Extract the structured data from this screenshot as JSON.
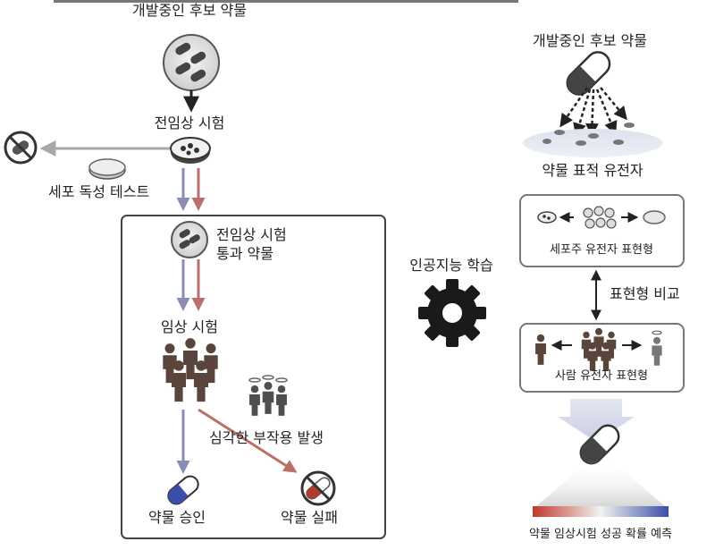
{
  "left": {
    "candidate_label": "개발중인 후보 약물",
    "preclinical_label": "전임상 시험",
    "cytotox_label": "세포 독성 테스트",
    "passed_label_line1": "전임상 시험",
    "passed_label_line2": "통과 약물",
    "clinical_label": "임상 시험",
    "side_effect_label": "심각한 부작용 발생",
    "approved_label": "약물 승인",
    "failed_label": "약물 실패"
  },
  "center": {
    "ai_label": "인공지능 학습"
  },
  "right": {
    "candidate_label": "개발중인 후보 약물",
    "target_label": "약물 표적 유전자",
    "cell_phenotype_label": "세포주 유전자 표현형",
    "compare_label": "표현형 비교",
    "human_phenotype_label": "사람 유전자 표현형",
    "predict_label": "약물 임상시험 성공 확률 예측"
  },
  "colors": {
    "purple_arrow": "#8a8cb6",
    "red_arrow": "#b9706a",
    "gray_arrow": "#a8a8a8",
    "dark": "#3a3a3a",
    "brown_people": "#5a453d"
  }
}
